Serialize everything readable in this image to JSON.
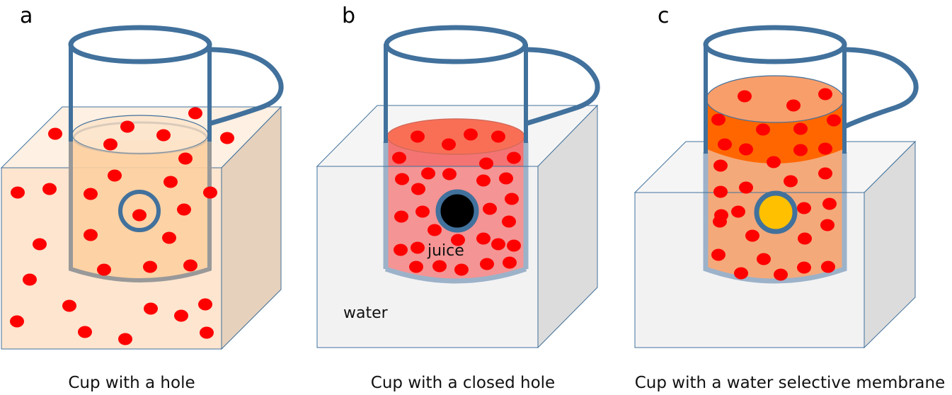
{
  "colors": {
    "cup_outline": "#41719c",
    "particle": "#ff0000",
    "solution_a": "#fde4cc",
    "solution_a_cup": "#fdcfa0",
    "box_side_a": "#e6d1bc",
    "box_water": "#f3f2f3",
    "box_side_water": "#dcdcdc",
    "juice_b": "#f47474",
    "juice_b_top": "#f96f55",
    "juice_c_band": "#ff6600",
    "juice_c": "#f4a97a",
    "juice_c_top": "#f89e6b",
    "plug_b": "#000000",
    "membrane_c": "#ffc000",
    "cup_wall_submerged": "#9cb2c9"
  },
  "panels": [
    {
      "id": "a",
      "letter": "a",
      "caption": "Cup with a hole",
      "hole": "open",
      "inner_label": ""
    },
    {
      "id": "b",
      "letter": "b",
      "caption": "Cup with a closed hole",
      "hole": "closed",
      "inner_label": "juice",
      "outer_label": "water"
    },
    {
      "id": "c",
      "letter": "c",
      "caption": "Cup with a water selective membrane",
      "hole": "membrane",
      "inner_label": ""
    }
  ]
}
